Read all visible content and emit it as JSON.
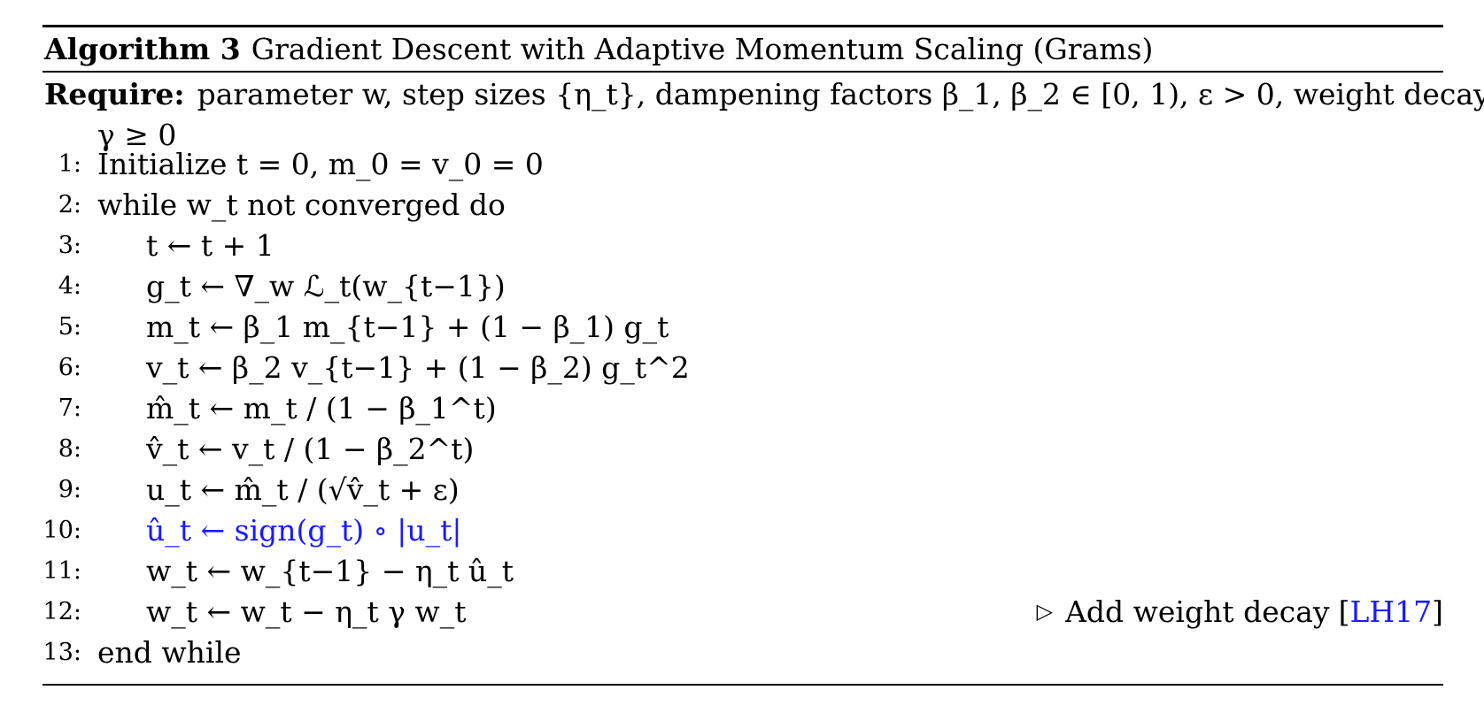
{
  "caption": {
    "label": "Algorithm 3",
    "title": "Gradient Descent with Adaptive Momentum Scaling (Grams)"
  },
  "require": {
    "label": "Require:",
    "line1": "parameter w, step sizes {η_t}, dampening factors β_1, β_2 ∈ [0, 1), ε > 0, weight decay",
    "line2": "γ ≥ 0"
  },
  "lines": [
    {
      "no": "1:",
      "text": "Initialize t = 0, m_0 = v_0 = 0"
    },
    {
      "no": "2:",
      "text": "while w_t not converged do"
    },
    {
      "no": "3:",
      "text": "t ← t + 1"
    },
    {
      "no": "4:",
      "text": "g_t ← ∇_w ℒ_t(w_{t−1})"
    },
    {
      "no": "5:",
      "text": "m_t ← β_1 m_{t−1} + (1 − β_1) g_t"
    },
    {
      "no": "6:",
      "text": "v_t ← β_2 v_{t−1} + (1 − β_2) g_t^2"
    },
    {
      "no": "7:",
      "text": "m̂_t ← m_t / (1 − β_1^t)"
    },
    {
      "no": "8:",
      "text": "v̂_t ← v_t / (1 − β_2^t)"
    },
    {
      "no": "9:",
      "text": "u_t ← m̂_t / (√v̂_t + ε)"
    },
    {
      "no": "10:",
      "text": "û_t ← sign(g_t) ∘ |u_t|"
    },
    {
      "no": "11:",
      "text": "w_t ← w_{t−1} − η_t û_t"
    },
    {
      "no": "12:",
      "text": "w_t ← w_t − η_t γ w_t",
      "comment": "Add weight decay",
      "ref": "LH17"
    },
    {
      "no": "13:",
      "text": "end while"
    }
  ],
  "colors": {
    "highlight": "#1a1aff",
    "text": "#000000"
  }
}
